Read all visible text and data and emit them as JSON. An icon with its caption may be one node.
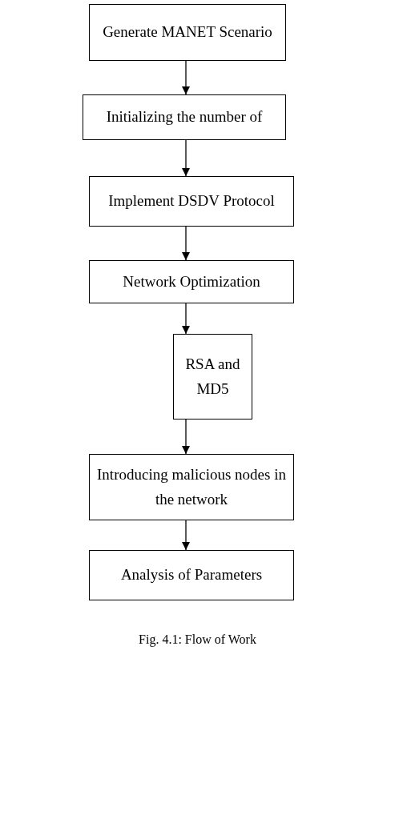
{
  "diagram": {
    "caption": "Fig. 4.1: Flow of Work",
    "nodes": [
      {
        "text": [
          "Generate MANET Scenario"
        ]
      },
      {
        "text": [
          "Initializing the number of"
        ]
      },
      {
        "text": [
          "Implement DSDV Protocol"
        ]
      },
      {
        "text": [
          "Network Optimization"
        ]
      },
      {
        "text": [
          "RSA and MD5"
        ]
      },
      {
        "text": [
          "Introducing malicious nodes in the network"
        ]
      },
      {
        "text": [
          "Analysis of Parameters"
        ]
      }
    ],
    "edges": [
      {
        "from": 0,
        "to": 1,
        "arrow": "to"
      },
      {
        "from": 1,
        "to": 2,
        "arrow": "to"
      },
      {
        "from": 2,
        "to": 3,
        "arrow": "to"
      },
      {
        "from": 3,
        "to": 4,
        "arrow": "to"
      },
      {
        "from": 4,
        "to": 5,
        "arrow": "to"
      },
      {
        "from": 5,
        "to": 6,
        "arrow": "to"
      }
    ]
  }
}
